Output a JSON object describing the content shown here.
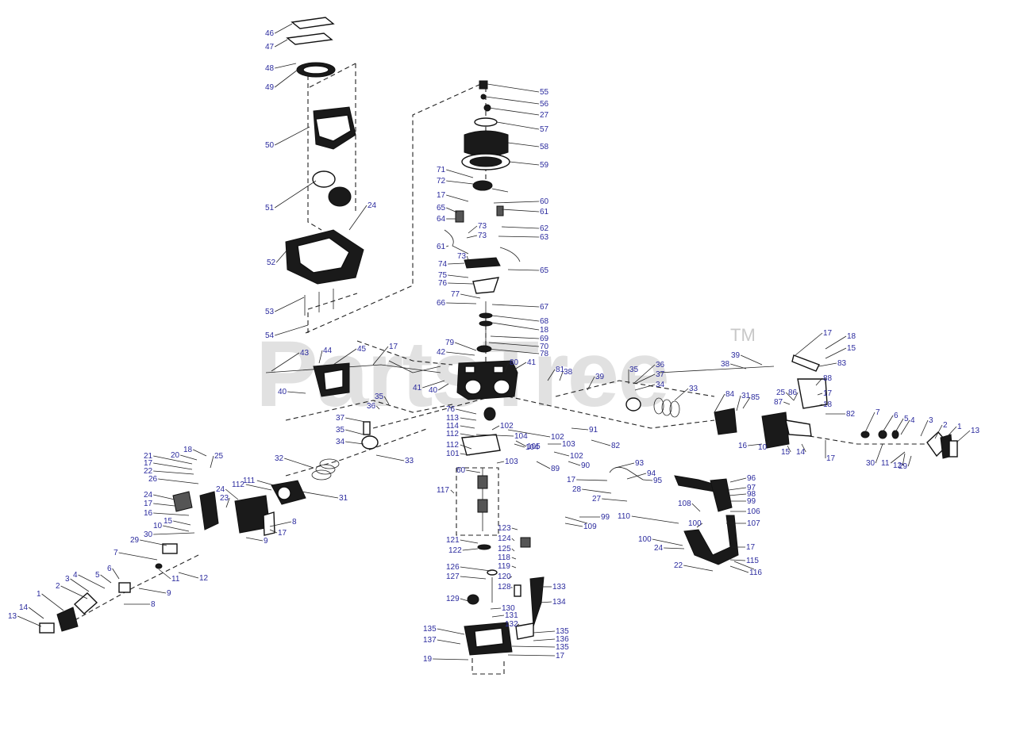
{
  "watermark": {
    "text": "PartsTree",
    "trademark": "TM"
  },
  "callouts": [
    "46",
    "47",
    "48",
    "49",
    "50",
    "51",
    "24",
    "52",
    "53",
    "54",
    "55",
    "56",
    "27",
    "57",
    "58",
    "59",
    "71",
    "72",
    "60",
    "61",
    "17",
    "65",
    "64",
    "62",
    "63",
    "73",
    "61",
    "73",
    "74",
    "73",
    "65",
    "75",
    "76",
    "77",
    "66",
    "67",
    "68",
    "18",
    "69",
    "70",
    "78",
    "79",
    "42",
    "43",
    "44",
    "45",
    "17",
    "40",
    "41",
    "40",
    "41",
    "80",
    "81",
    "38",
    "39",
    "35",
    "36",
    "37",
    "34",
    "33",
    "84",
    "31",
    "85",
    "25",
    "86",
    "87",
    "88",
    "17",
    "18",
    "17",
    "18",
    "15",
    "83",
    "82",
    "39",
    "38",
    "35",
    "36",
    "37",
    "35",
    "34",
    "33",
    "32",
    "31",
    "111",
    "112",
    "76",
    "113",
    "114",
    "112",
    "112",
    "101",
    "103",
    "102",
    "104",
    "102",
    "105",
    "103",
    "104",
    "102",
    "89",
    "90",
    "91",
    "82",
    "93",
    "94",
    "95",
    "96",
    "97",
    "98",
    "99",
    "106",
    "107",
    "17",
    "28",
    "27",
    "99",
    "109",
    "110",
    "108",
    "100",
    "100",
    "24",
    "17",
    "22",
    "115",
    "116",
    "117",
    "60",
    "121",
    "122",
    "123",
    "124",
    "125",
    "118",
    "119",
    "126",
    "127",
    "120",
    "128",
    "129",
    "130",
    "131",
    "132",
    "133",
    "134",
    "135",
    "136",
    "135",
    "135",
    "137",
    "17",
    "19",
    "18",
    "20",
    "21",
    "17",
    "22",
    "25",
    "26",
    "23",
    "24",
    "24",
    "17",
    "16",
    "15",
    "10",
    "30",
    "29",
    "17",
    "9",
    "8",
    "7",
    "6",
    "5",
    "4",
    "3",
    "2",
    "1",
    "14",
    "13",
    "12",
    "11",
    "9",
    "8",
    "7",
    "6",
    "5",
    "4",
    "3",
    "2",
    "1",
    "13",
    "12",
    "11",
    "30",
    "29",
    "16",
    "10",
    "14",
    "15",
    "17"
  ]
}
